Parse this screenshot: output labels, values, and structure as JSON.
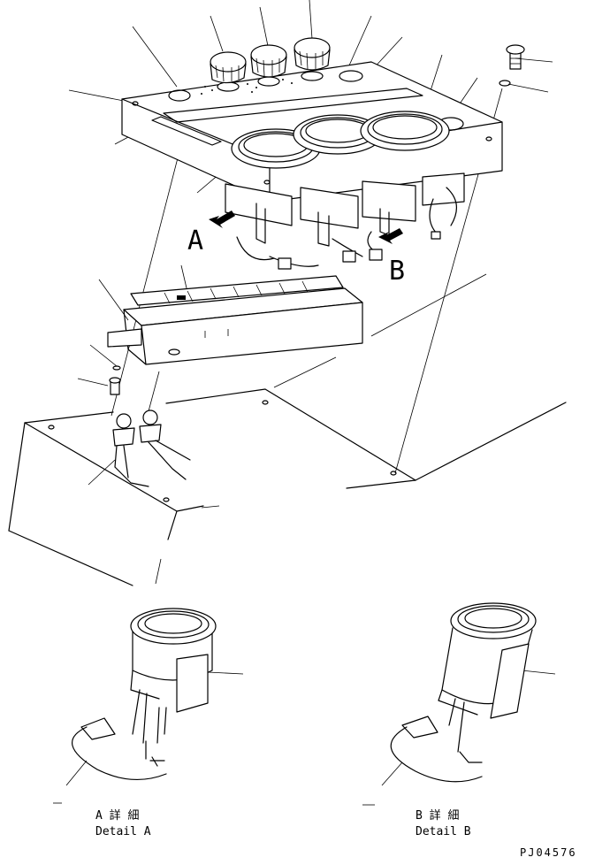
{
  "drawing_id": "PJ04576",
  "callouts": {
    "view_a": "A",
    "view_b": "B"
  },
  "details": {
    "a_japanese": "A 詳 細",
    "a_english": "Detail A",
    "b_japanese": "B 詳 細",
    "b_english": "Detail B"
  }
}
